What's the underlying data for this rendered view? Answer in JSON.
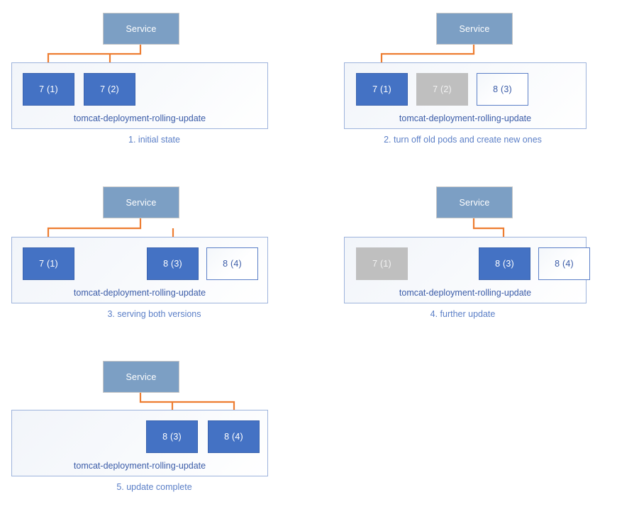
{
  "diagram": {
    "title": "Kubernetes rolling update sequence",
    "colors": {
      "service_fill": "#7C9FC4",
      "pod_active": "#4472C4",
      "pod_terminating": "#BFBFBF",
      "pod_pending_border": "#5B7FC7",
      "deployment_border": "#9DB3DC",
      "arrow": "#ED7D31",
      "caption_text": "#5B7FC7"
    },
    "common": {
      "service_label": "Service",
      "deployment_name": "tomcat-deployment-rolling-update"
    },
    "panels": [
      {
        "id": "panel-1",
        "caption": "1. initial state",
        "service_label": "Service",
        "deployment_name": "tomcat-deployment-rolling-update",
        "pods": [
          {
            "label": "7 (1)",
            "state": "active",
            "targeted": true
          },
          {
            "label": "7 (2)",
            "state": "active",
            "targeted": true
          }
        ]
      },
      {
        "id": "panel-2",
        "caption": "2. turn off old pods and create new ones",
        "service_label": "Service",
        "deployment_name": "tomcat-deployment-rolling-update",
        "pods": [
          {
            "label": "7 (1)",
            "state": "active",
            "targeted": true
          },
          {
            "label": "7 (2)",
            "state": "terminating",
            "targeted": false
          },
          {
            "label": "8 (3)",
            "state": "pending",
            "targeted": false
          }
        ]
      },
      {
        "id": "panel-3",
        "caption": "3. serving both versions",
        "service_label": "Service",
        "deployment_name": "tomcat-deployment-rolling-update",
        "pods": [
          {
            "label": "7 (1)",
            "state": "active",
            "targeted": true
          },
          {
            "label": "8 (3)",
            "state": "active",
            "targeted": true
          },
          {
            "label": "8 (4)",
            "state": "pending",
            "targeted": false
          }
        ]
      },
      {
        "id": "panel-4",
        "caption": "4. further update",
        "service_label": "Service",
        "deployment_name": "tomcat-deployment-rolling-update",
        "pods": [
          {
            "label": "7 (1)",
            "state": "terminating",
            "targeted": false
          },
          {
            "label": "8 (3)",
            "state": "active",
            "targeted": true
          },
          {
            "label": "8 (4)",
            "state": "pending",
            "targeted": false
          }
        ]
      },
      {
        "id": "panel-5",
        "caption": "5. update complete",
        "service_label": "Service",
        "deployment_name": "tomcat-deployment-rolling-update",
        "pods": [
          {
            "label": "8 (3)",
            "state": "active",
            "targeted": true
          },
          {
            "label": "8 (4)",
            "state": "active",
            "targeted": true
          }
        ]
      }
    ]
  }
}
